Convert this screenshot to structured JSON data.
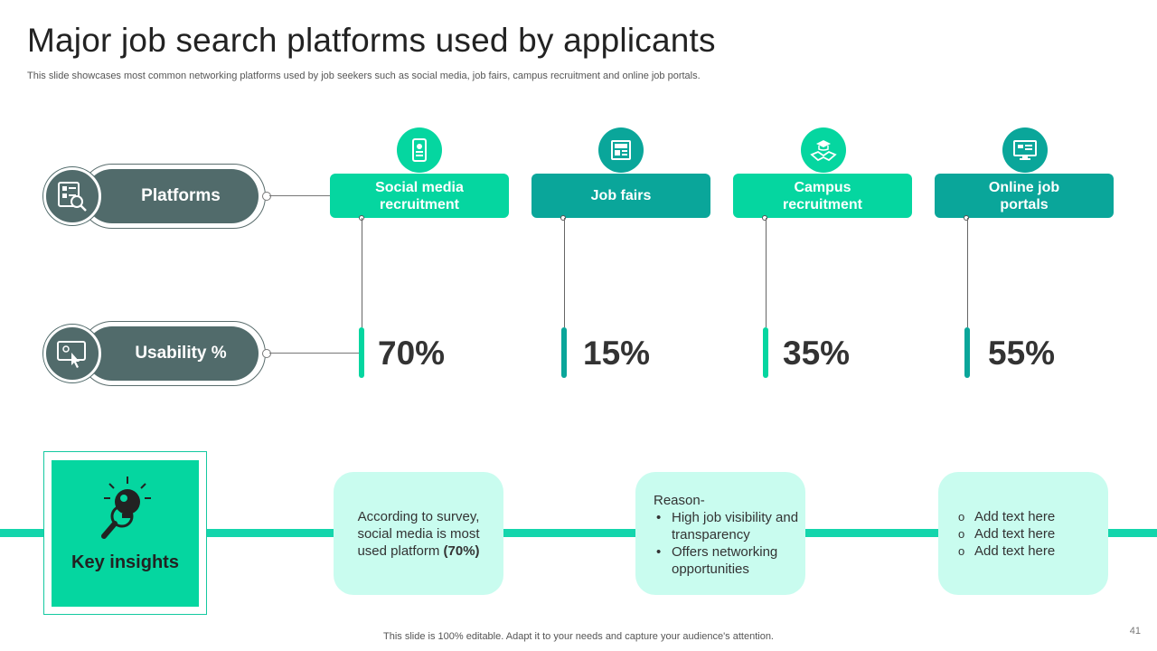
{
  "header": {
    "title": "Major job search platforms used by applicants",
    "subtitle": "This slide showcases most common networking platforms used by job seekers such as social media, job fairs, campus recruitment and online job portals."
  },
  "rows": {
    "platforms_label": "Platforms",
    "usability_label": "Usability %"
  },
  "platforms": [
    {
      "label": "Social media recruitment",
      "usability": "70%",
      "icon": "mobile-profile-icon",
      "color": "#05d6a0"
    },
    {
      "label": "Job fairs",
      "usability": "15%",
      "icon": "job-newspaper-icon",
      "color": "#0aa69a"
    },
    {
      "label": "Campus recruitment",
      "usability": "35%",
      "icon": "handshake-graduation-icon",
      "color": "#05d6a0"
    },
    {
      "label": "Online job portals",
      "usability": "55%",
      "icon": "monitor-portal-icon",
      "color": "#0aa69a"
    }
  ],
  "insights": {
    "title": "Key insights",
    "icon": "lightbulb-search-icon",
    "card1": {
      "text": "According to survey, social media is most used platform ",
      "bold": "(70%)"
    },
    "card2": {
      "heading": "Reason-",
      "items": [
        "High job visibility and transparency",
        "Offers networking opportunities"
      ]
    },
    "card3": {
      "items": [
        "Add text here",
        "Add text here",
        "Add text here"
      ]
    }
  },
  "footer": {
    "text": "This slide is 100% editable. Adapt it to your needs and capture your audience's attention.",
    "page_number": "41"
  },
  "colors": {
    "accent_light": "#05d6a0",
    "accent_dark": "#0aa69a",
    "slate": "#516b6b",
    "card_bg": "#c9fcef"
  }
}
